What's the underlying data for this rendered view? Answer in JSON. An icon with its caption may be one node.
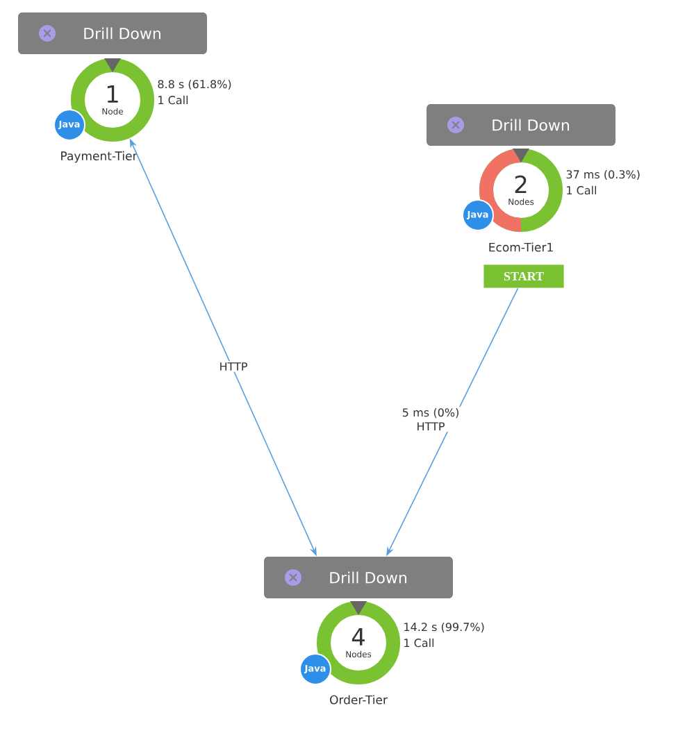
{
  "diagram": {
    "nodes": [
      {
        "text": [
          "Drill Down"
        ]
      },
      {
        "text": [
          "1",
          "Node"
        ],
        "beside": [
          "8.8 s (61.8%)",
          "1 Call",
          "Payment-Tier"
        ]
      },
      {
        "text": [
          "Java"
        ]
      },
      {
        "text": [
          "Drill Down"
        ]
      },
      {
        "text": [
          "2",
          "Nodes"
        ],
        "beside": [
          "37 ms (0.3%)",
          "1 Call",
          "Ecom-Tier1"
        ]
      },
      {
        "text": [
          "Java"
        ]
      },
      {
        "text": [
          "START"
        ]
      },
      {
        "text": [
          "Drill Down"
        ]
      },
      {
        "text": [
          "4",
          "Nodes"
        ],
        "beside": [
          "14.2 s (99.7%)",
          "1 Call",
          "Order-Tier"
        ]
      },
      {
        "text": [
          "Java"
        ]
      }
    ],
    "edges": [
      {
        "from": 7,
        "to": 1,
        "arrow": "both",
        "label": "HTTP"
      },
      {
        "from": 6,
        "to": 7,
        "arrow": "to",
        "label": "5 ms (0%) HTTP"
      }
    ]
  }
}
